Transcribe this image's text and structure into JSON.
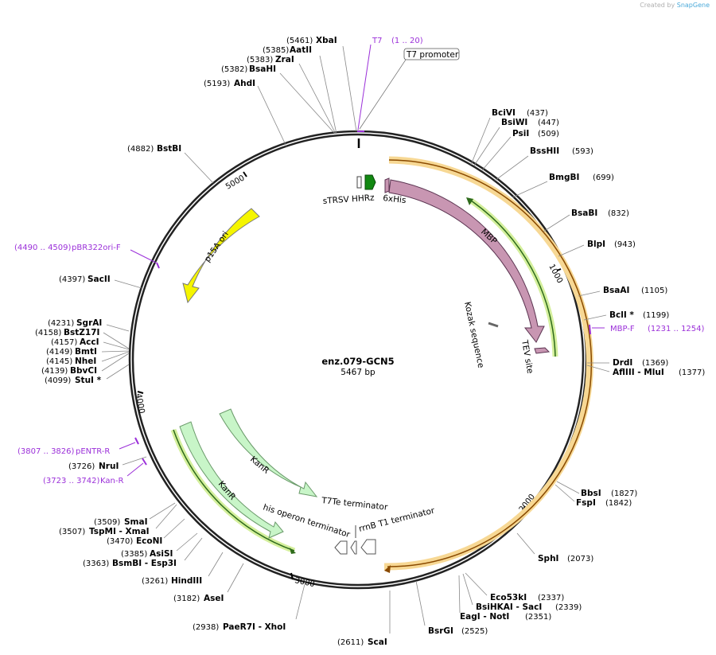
{
  "credit": {
    "prefix": "Created by",
    "brand": "SnapGene"
  },
  "plasmid": {
    "name": "enz.079-GCN5",
    "length": "5467 bp"
  },
  "ruler_ticks": [
    "1000",
    "2000",
    "3000",
    "4000",
    "5000"
  ],
  "enzymes_right": [
    {
      "name": "BciVI",
      "pos": "(437)"
    },
    {
      "name": "BsiWI",
      "pos": "(447)"
    },
    {
      "name": "PsiI",
      "pos": "(509)"
    },
    {
      "name": "BssHII",
      "pos": "(593)"
    },
    {
      "name": "BmgBI",
      "pos": "(699)"
    },
    {
      "name": "BsaBI",
      "pos": "(832)"
    },
    {
      "name": "BlpI",
      "pos": "(943)"
    },
    {
      "name": "BsaAI",
      "pos": "(1105)"
    },
    {
      "name": "BclI *",
      "pos": "(1199)"
    },
    {
      "name": "DrdI",
      "pos": "(1369)"
    },
    {
      "name": "AflIII  - MluI",
      "pos": "(1377)"
    },
    {
      "name": "BbsI",
      "pos": "(1827)"
    },
    {
      "name": "FspI",
      "pos": "(1842)"
    },
    {
      "name": "SphI",
      "pos": "(2073)"
    },
    {
      "name": "Eco53kI",
      "pos": "(2337)"
    },
    {
      "name": "BsiHKAI  - SacI",
      "pos": "(2339)"
    },
    {
      "name": "EagI  - NotI",
      "pos": "(2351)"
    },
    {
      "name": "BsrGI",
      "pos": "(2525)"
    }
  ],
  "enzymes_left": [
    {
      "name": "XbaI",
      "pos": "(5461)"
    },
    {
      "name": "AatII",
      "pos": "(5385)"
    },
    {
      "name": "ZraI",
      "pos": "(5383)"
    },
    {
      "name": "BsaHI",
      "pos": "(5382)"
    },
    {
      "name": "AhdI",
      "pos": "(5193)"
    },
    {
      "name": "BstBI",
      "pos": "(4882)"
    },
    {
      "name": "SacII",
      "pos": "(4397)"
    },
    {
      "name": "SgrAI",
      "pos": "(4231)"
    },
    {
      "name": "BstZ17I",
      "pos": "(4158)"
    },
    {
      "name": "AccI",
      "pos": "(4157)"
    },
    {
      "name": "BmtI",
      "pos": "(4149)"
    },
    {
      "name": "NheI",
      "pos": "(4145)"
    },
    {
      "name": "BbvCI",
      "pos": "(4139)"
    },
    {
      "name": "StuI *",
      "pos": "(4099)"
    },
    {
      "name": "NruI",
      "pos": "(3726)"
    },
    {
      "name": "SmaI",
      "pos": "(3509)"
    },
    {
      "name": "TspMI  - XmaI",
      "pos": "(3507)"
    },
    {
      "name": "EcoNI",
      "pos": "(3470)"
    },
    {
      "name": "AsiSI",
      "pos": "(3385)"
    },
    {
      "name": "BsmBI  - Esp3I",
      "pos": "(3363)"
    },
    {
      "name": "HindIII",
      "pos": "(3261)"
    },
    {
      "name": "AseI",
      "pos": "(3182)"
    },
    {
      "name": "PaeR7I  - XhoI",
      "pos": "(2938)"
    },
    {
      "name": "ScaI",
      "pos": "(2611)"
    }
  ],
  "primers": [
    {
      "name": "T7",
      "range": "(1 .. 20)"
    },
    {
      "name": "MBP-F",
      "range": "(1231 .. 1254)"
    },
    {
      "name": "pBR322ori-F",
      "range": "(4490 .. 4509)"
    },
    {
      "name": "pENTR-R",
      "range": "(3807 .. 3826)"
    },
    {
      "name": "Kan-R",
      "range": "(3723 .. 3742)"
    }
  ],
  "features": {
    "t7_promoter": "T7 promoter",
    "strsv": "sTRSV HHRz",
    "his": "6xHis",
    "mbp": "MBP",
    "kozak": "Kozak sequence",
    "tev": "TEV site",
    "p15a": "p15A ori",
    "kanr_inner": "KanR",
    "kanr_outer": "KanR",
    "his_term": "his operon terminator",
    "t7te": "T7Te terminator",
    "rrnb": "rrnB T1 terminator"
  },
  "colors": {
    "mbp": "#c896b2",
    "p15a": "#f5f500",
    "kanr": "#c8f5c8",
    "orange_ring": "#f7d894",
    "green_arrow": "#118811",
    "primer": "#9b30d9"
  }
}
